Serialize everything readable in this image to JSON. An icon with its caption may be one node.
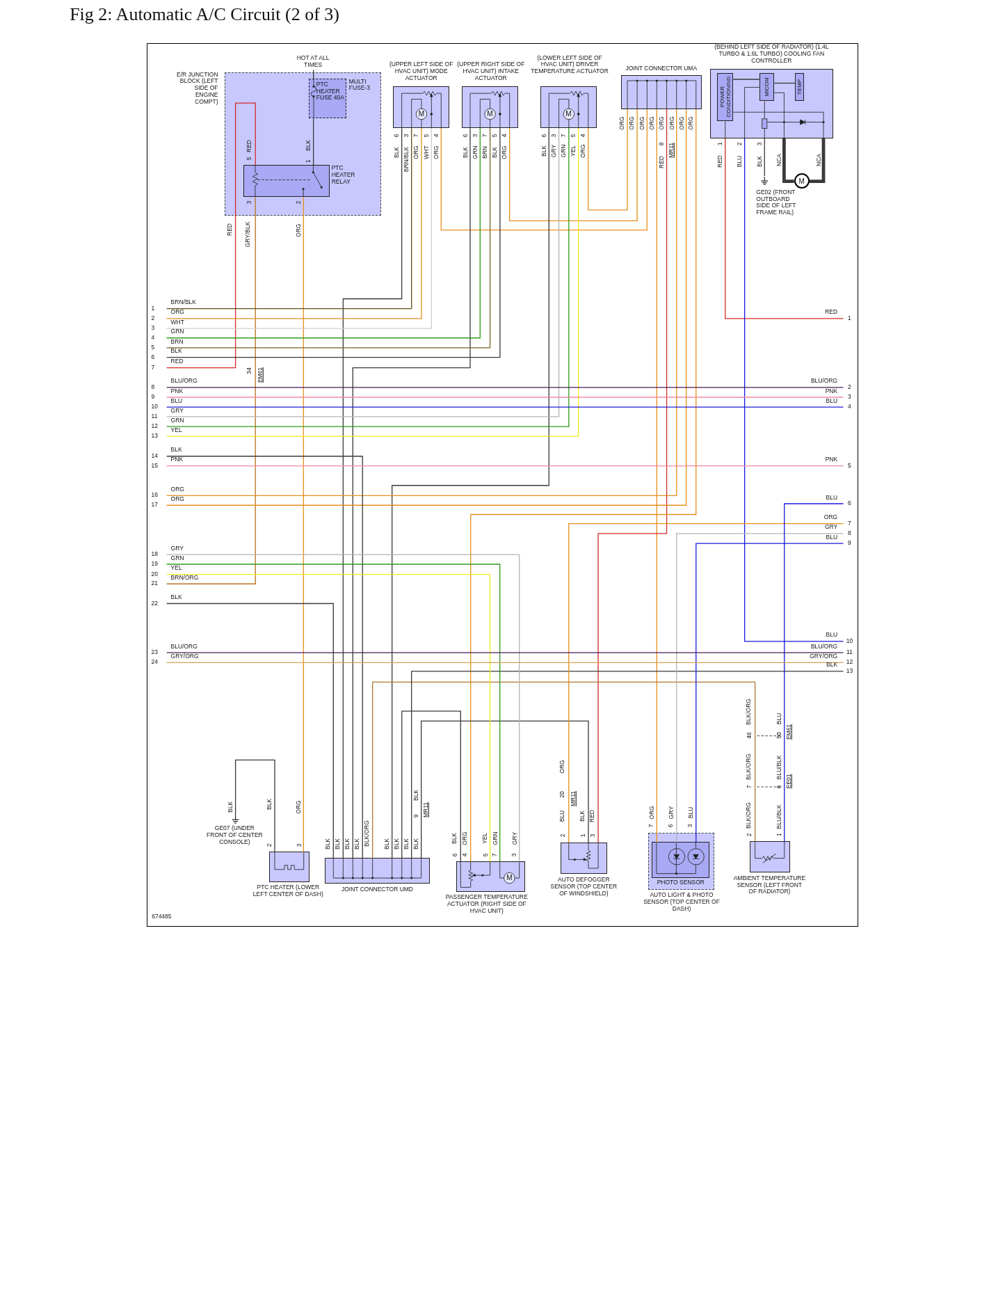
{
  "diagram": {
    "title": "Fig 2: Automatic A/C Circuit (2 of 3)",
    "nodes": [
      {
        "text": [
          "E/R JUNCTION BLOCK (LEFT SIDE OF ENGINE COMPT)"
        ]
      },
      {
        "text": [
          "PTC HEATER FUSE 40A"
        ],
        "beside": [
          "MULTI FUSE-3"
        ],
        "in": 0
      },
      {
        "text": [],
        "shape": "box",
        "beside": [
          "PTC HEATER RELAY"
        ],
        "in": 0
      },
      {
        "text": [
          "(UPPER LEFT SIDE OF HVAC UNIT) MODE ACTUATOR"
        ]
      },
      {
        "text": [
          "(UPPER RIGHT SIDE OF HVAC UNIT) INTAKE ACTUATOR"
        ]
      },
      {
        "text": [
          "(LOWER LEFT SIDE OF HVAC UNIT) DRIVER TEMPERATURE ACTUATOR"
        ]
      },
      {
        "text": [
          "JOINT CONNECTOR UMA"
        ]
      },
      {
        "text": [
          "(BEHIND LEFT SIDE OF RADIATOR) (1.4L TURBO & 1.6L TURBO) COOLING FAN CONTROLLER"
        ]
      },
      {
        "text": [
          "POWER CONDITIONING"
        ],
        "in": 7
      },
      {
        "text": [
          "MICOM"
        ],
        "in": 7
      },
      {
        "text": [
          "TEMP"
        ],
        "in": 7
      },
      {
        "text": [
          "M"
        ]
      },
      {
        "text": [
          "GE02 (FRONT OUTBOARD SIDE OF LEFT FRAME RAIL)"
        ]
      },
      {
        "text": [
          "GE07 (UNDER FRONT OF CENTER CONSOLE)"
        ]
      },
      {
        "text": [
          "PTC HEATER (LOWER LEFT CENTER OF DASH)"
        ]
      },
      {
        "text": [
          "JOINT CONNECTOR UMD"
        ]
      },
      {
        "text": [
          "PASSENGER TEMPERATURE ACTUATOR (RIGHT SIDE OF HVAC UNIT)"
        ]
      },
      {
        "text": [
          "AUTO DEFOGGER SENSOR (TOP CENTER OF WINDSHIELD)"
        ]
      },
      {
        "text": [
          "AUTO LIGHT & PHOTO SENSOR (TOP CENTER OF DASH)"
        ]
      },
      {
        "text": [],
        "shape": "box",
        "beside": [
          "PHOTO SENSOR"
        ],
        "in": 18
      },
      {
        "text": [
          "AMBIENT TEMPERATURE SENSOR (LEFT FRONT OF RADIATOR)"
        ]
      },
      {
        "text": [
          "HOT AT ALL TIMES"
        ]
      },
      {
        "text": [
          "1"
        ]
      },
      {
        "text": [
          "2"
        ]
      },
      {
        "text": [
          "3"
        ]
      },
      {
        "text": [
          "4"
        ]
      },
      {
        "text": [
          "5"
        ]
      },
      {
        "text": [
          "6"
        ]
      },
      {
        "text": [
          "7"
        ]
      },
      {
        "text": [
          "8"
        ]
      },
      {
        "text": [
          "9"
        ]
      },
      {
        "text": [
          "10"
        ]
      },
      {
        "text": [
          "11"
        ]
      },
      {
        "text": [
          "12"
        ]
      },
      {
        "text": [
          "13"
        ]
      },
      {
        "text": [
          "14"
        ]
      },
      {
        "text": [
          "15"
        ]
      },
      {
        "text": [
          "16"
        ]
      },
      {
        "text": [
          "17"
        ]
      },
      {
        "text": [
          "18"
        ]
      },
      {
        "text": [
          "19"
        ]
      },
      {
        "text": [
          "20"
        ]
      },
      {
        "text": [
          "21"
        ]
      },
      {
        "text": [
          "22"
        ]
      },
      {
        "text": [
          "23"
        ]
      },
      {
        "text": [
          "24"
        ]
      },
      {
        "text": [
          "1"
        ]
      },
      {
        "text": [
          "2"
        ]
      },
      {
        "text": [
          "3"
        ]
      },
      {
        "text": [
          "4"
        ]
      },
      {
        "text": [
          "5"
        ]
      },
      {
        "text": [
          "6"
        ]
      },
      {
        "text": [
          "7"
        ]
      },
      {
        "text": [
          "8"
        ]
      },
      {
        "text": [
          "9"
        ]
      },
      {
        "text": [
          "10"
        ]
      },
      {
        "text": [
          "11"
        ]
      },
      {
        "text": [
          "12"
        ]
      },
      {
        "text": [
          "13"
        ]
      }
    ],
    "edges": [
      {
        "from": 21,
        "to": 1,
        "arrow": "none"
      },
      {
        "from": 1,
        "to": 2,
        "arrow": "none"
      },
      {
        "from": 2,
        "to": 28,
        "arrow": "none",
        "color": "#d42a2a"
      },
      {
        "from": 2,
        "to": 42,
        "arrow": "none",
        "color": "#b8721c"
      },
      {
        "from": 2,
        "to": 14,
        "arrow": "none",
        "color": "#e8901c"
      },
      {
        "from": 3,
        "to": 15,
        "arrow": "none"
      },
      {
        "from": 3,
        "to": 22,
        "arrow": "none",
        "color": "#5e4e1a"
      },
      {
        "from": 3,
        "to": 23,
        "arrow": "none",
        "color": "#e8901c"
      },
      {
        "from": 3,
        "to": 24,
        "arrow": "none",
        "color": "#d0d0d0"
      },
      {
        "from": 3,
        "to": 6,
        "arrow": "none",
        "color": "#e8901c"
      },
      {
        "from": 4,
        "to": 15,
        "arrow": "none"
      },
      {
        "from": 4,
        "to": 25,
        "arrow": "none",
        "color": "#2f9a1c"
      },
      {
        "from": 4,
        "to": 26,
        "arrow": "none",
        "color": "#7a6420"
      },
      {
        "from": 4,
        "to": 27,
        "arrow": "none"
      },
      {
        "from": 4,
        "to": 6,
        "arrow": "none",
        "color": "#e8901c"
      },
      {
        "from": 5,
        "to": 15,
        "arrow": "none"
      },
      {
        "from": 5,
        "to": 32,
        "arrow": "none",
        "color": "#b4b4b4"
      },
      {
        "from": 5,
        "to": 33,
        "arrow": "none",
        "color": "#2f9a1c"
      },
      {
        "from": 5,
        "to": 34,
        "arrow": "none",
        "color": "#f0ea1a"
      },
      {
        "from": 5,
        "to": 6,
        "arrow": "none",
        "color": "#e8901c"
      },
      {
        "from": 6,
        "to": 19,
        "arrow": "none",
        "color": "#e8901c"
      },
      {
        "from": 6,
        "to": 17,
        "arrow": "none",
        "color": "#d42a2a"
      },
      {
        "from": 6,
        "to": 37,
        "arrow": "none",
        "color": "#e8901c"
      },
      {
        "from": 6,
        "to": 38,
        "arrow": "none",
        "color": "#e8901c"
      },
      {
        "from": 6,
        "to": 16,
        "arrow": "none",
        "color": "#e8901c"
      },
      {
        "from": 7,
        "to": 46,
        "arrow": "none",
        "color": "#d42a2a"
      },
      {
        "from": 7,
        "to": 55,
        "arrow": "none",
        "color": "#1a1adc"
      },
      {
        "from": 7,
        "to": 12,
        "arrow": "none"
      },
      {
        "from": 7,
        "to": 11,
        "arrow": "none",
        "style": "thick"
      },
      {
        "from": 7,
        "to": 11,
        "arrow": "none",
        "style": "thick"
      },
      {
        "from": 14,
        "to": 13,
        "arrow": "none"
      },
      {
        "from": 15,
        "to": 43,
        "arrow": "none"
      },
      {
        "from": 15,
        "to": 35,
        "arrow": "none"
      },
      {
        "from": 15,
        "to": 20,
        "arrow": "none",
        "color": "#b07a30"
      },
      {
        "from": 15,
        "to": 58,
        "arrow": "none"
      },
      {
        "from": 15,
        "to": 16,
        "arrow": "none"
      },
      {
        "from": 15,
        "to": 17,
        "arrow": "none"
      },
      {
        "from": 16,
        "to": 41,
        "arrow": "none",
        "color": "#f0ea1a"
      },
      {
        "from": 16,
        "to": 40,
        "arrow": "none",
        "color": "#2f9a1c"
      },
      {
        "from": 16,
        "to": 39,
        "arrow": "none",
        "color": "#b4b4b4"
      },
      {
        "from": 17,
        "to": 52,
        "arrow": "none",
        "color": "#e8901c"
      },
      {
        "from": 19,
        "to": 53,
        "arrow": "none",
        "color": "#b4b4b4"
      },
      {
        "from": 19,
        "to": 54,
        "arrow": "none",
        "color": "#1a1adc"
      },
      {
        "from": 20,
        "to": 51,
        "arrow": "none",
        "color": "#1a1adc"
      },
      {
        "from": 29,
        "to": 47,
        "arrow": "none",
        "color": "#4a1a5a"
      },
      {
        "from": 30,
        "to": 48,
        "arrow": "none",
        "color": "#f08aa0"
      },
      {
        "from": 31,
        "to": 49,
        "arrow": "none",
        "color": "#1a1adc"
      },
      {
        "from": 36,
        "to": 50,
        "arrow": "none",
        "color": "#f08aa0"
      },
      {
        "from": 44,
        "to": 56,
        "arrow": "none",
        "color": "#4a1a5a"
      },
      {
        "from": 45,
        "to": 57,
        "arrow": "none",
        "color": "#d8a050"
      },
      {
        "from": 8,
        "to": 9,
        "arrow": "none"
      },
      {
        "from": 9,
        "to": 10,
        "arrow": "none"
      }
    ],
    "labels": [
      "RED",
      "5",
      "BLK",
      "1",
      "3",
      "2",
      "RED",
      "GRY/BLK",
      "ORG",
      "M",
      "6",
      "3",
      "7",
      "5",
      "4",
      "BLK",
      "BRN/BLK",
      "ORG",
      "WHT",
      "ORG",
      "M",
      "6",
      "3",
      "7",
      "5",
      "4",
      "BLK",
      "GRN",
      "BRN",
      "BLK",
      "ORG",
      "M",
      "6",
      "3",
      "7",
      "5",
      "4",
      "BLK",
      "GRY",
      "GRN",
      "YEL",
      "ORG",
      "ORG",
      "ORG",
      "ORG",
      "ORG",
      "ORG",
      "ORG",
      "ORG",
      "ORG",
      "8",
      "MR11",
      "RED",
      "1",
      "2",
      "3",
      "RED",
      "BLU",
      "BLK",
      "NCA",
      "NCA",
      "34",
      "EM61",
      "BRN/BLK",
      "ORG",
      "WHT",
      "GRN",
      "BRN",
      "BLK",
      "RED",
      "BLU/ORG",
      "PNK",
      "BLU",
      "GRY",
      "GRN",
      "YEL",
      "BLK",
      "PNK",
      "ORG",
      "ORG",
      "GRY",
      "GRN",
      "YEL",
      "BRN/ORG",
      "BLK",
      "BLU/ORG",
      "GRY/ORG",
      "RED",
      "BLU/ORG",
      "PNK",
      "BLU",
      "PNK",
      "BLU",
      "ORG",
      "GRY",
      "BLU",
      "BLU",
      "BLU/ORG",
      "GRY/ORG",
      "BLK",
      "BLK/ORG",
      "BLU",
      "46",
      "50",
      "EM61",
      "ORG",
      "BLK/ORG",
      "BLU/BLK",
      "7",
      "6",
      "EE01",
      "BLK",
      "20",
      "MR11",
      "BLK",
      "BLK",
      "ORG",
      "9",
      "MR11",
      "BLU",
      "BLK",
      "RED",
      "ORG",
      "GRY",
      "BLU",
      "BLK/ORG",
      "BLU/BLK",
      "2",
      "3",
      "BLK",
      "BLK",
      "BLK",
      "BLK",
      "BLK/ORG",
      "BLK",
      "BLK",
      "BLK",
      "BLK",
      "BLK",
      "ORG",
      "YEL",
      "GRN",
      "GRY",
      "2",
      "1",
      "3",
      "7",
      "6",
      "3",
      "2",
      "1",
      "6",
      "4",
      "5",
      "7",
      "3",
      "M",
      "674485"
    ]
  }
}
